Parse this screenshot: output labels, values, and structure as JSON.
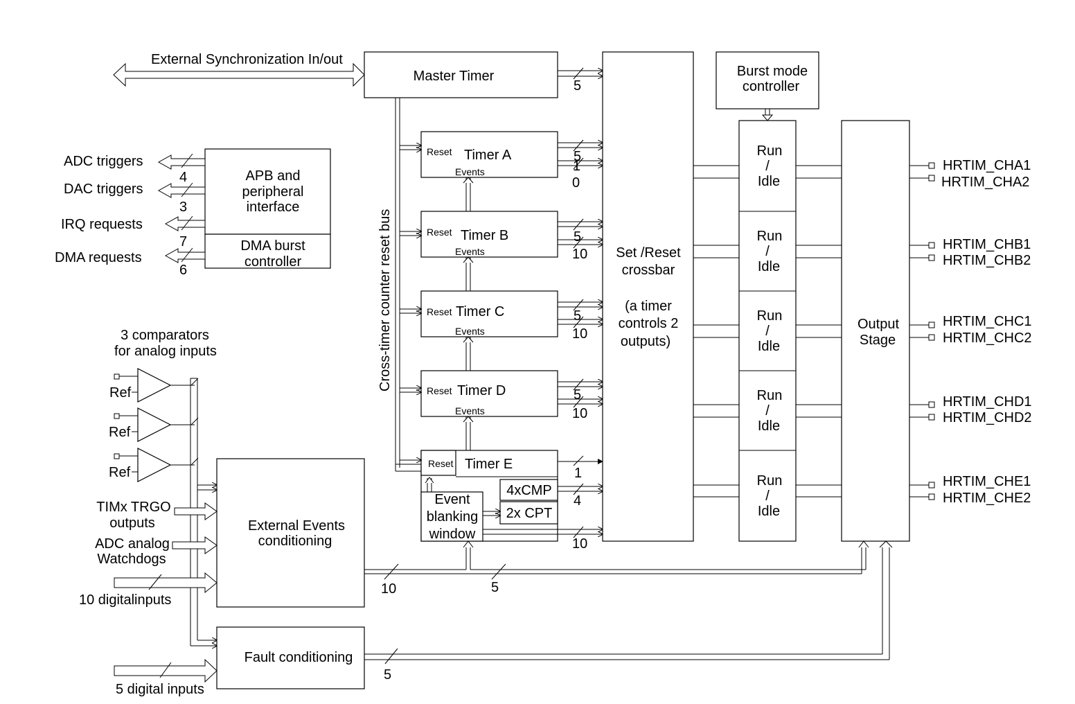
{
  "blocks": {
    "master_timer": "Master Timer",
    "apb_line1": "APB and",
    "apb_line2": "peripheral",
    "apb_line3": "interface",
    "dma_line1": "DMA burst",
    "dma_line2": "controller",
    "timer_a": "Timer A",
    "timer_b": "Timer B",
    "timer_c": "Timer C",
    "timer_d": "Timer D",
    "timer_e": "Timer E",
    "reset": "Reset",
    "events": "Events",
    "cmp": "4xCMP",
    "cpt": "2x CPT",
    "event_blanking_1": "Event",
    "event_blanking_2": "blanking",
    "event_blanking_3": "window",
    "crossbar_1": "Set /Reset",
    "crossbar_2": "crossbar",
    "crossbar_3": "(a timer",
    "crossbar_4": "controls 2",
    "crossbar_5": "outputs)",
    "burst_1": "Burst mode",
    "burst_2": "controller",
    "run": "Run",
    "slash": "/",
    "idle": "Idle",
    "output_stage_1": "Output",
    "output_stage_2": "Stage",
    "ext_events_1": "External Events",
    "ext_events_2": "conditioning",
    "fault": "Fault conditioning",
    "reset_bus": "Cross-timer counter reset bus"
  },
  "signals": {
    "ext_sync": "External Synchronization In/out",
    "adc_triggers": "ADC triggers",
    "dac_triggers": "DAC triggers",
    "irq_requests": "IRQ requests",
    "dma_requests": "DMA requests",
    "comparators_1": "3 comparators",
    "comparators_2": "for analog inputs",
    "ref": "Ref",
    "timx_1": "TIMx TRGO",
    "timx_2": "outputs",
    "adc_wd_1": "ADC analog",
    "adc_wd_2": "Watchdogs",
    "digital_10": "10 digitalinputs",
    "digital_5": "5 digital inputs"
  },
  "bus_widths": {
    "adc": "4",
    "dac": "3",
    "irq": "7",
    "dma": "6",
    "master": "5",
    "five": "5",
    "ten": "10",
    "one": "1",
    "four": "4",
    "timer_a_1": "1",
    "timer_a_0": "0"
  },
  "outputs": [
    "HRTIM_CHA1",
    "HRTIM_CHA2",
    "HRTIM_CHB1",
    "HRTIM_CHB2",
    "HRTIM_CHC1",
    "HRTIM_CHC2",
    "HRTIM_CHD1",
    "HRTIM_CHD2",
    "HRTIM_CHE1",
    "HRTIM_CHE2"
  ]
}
